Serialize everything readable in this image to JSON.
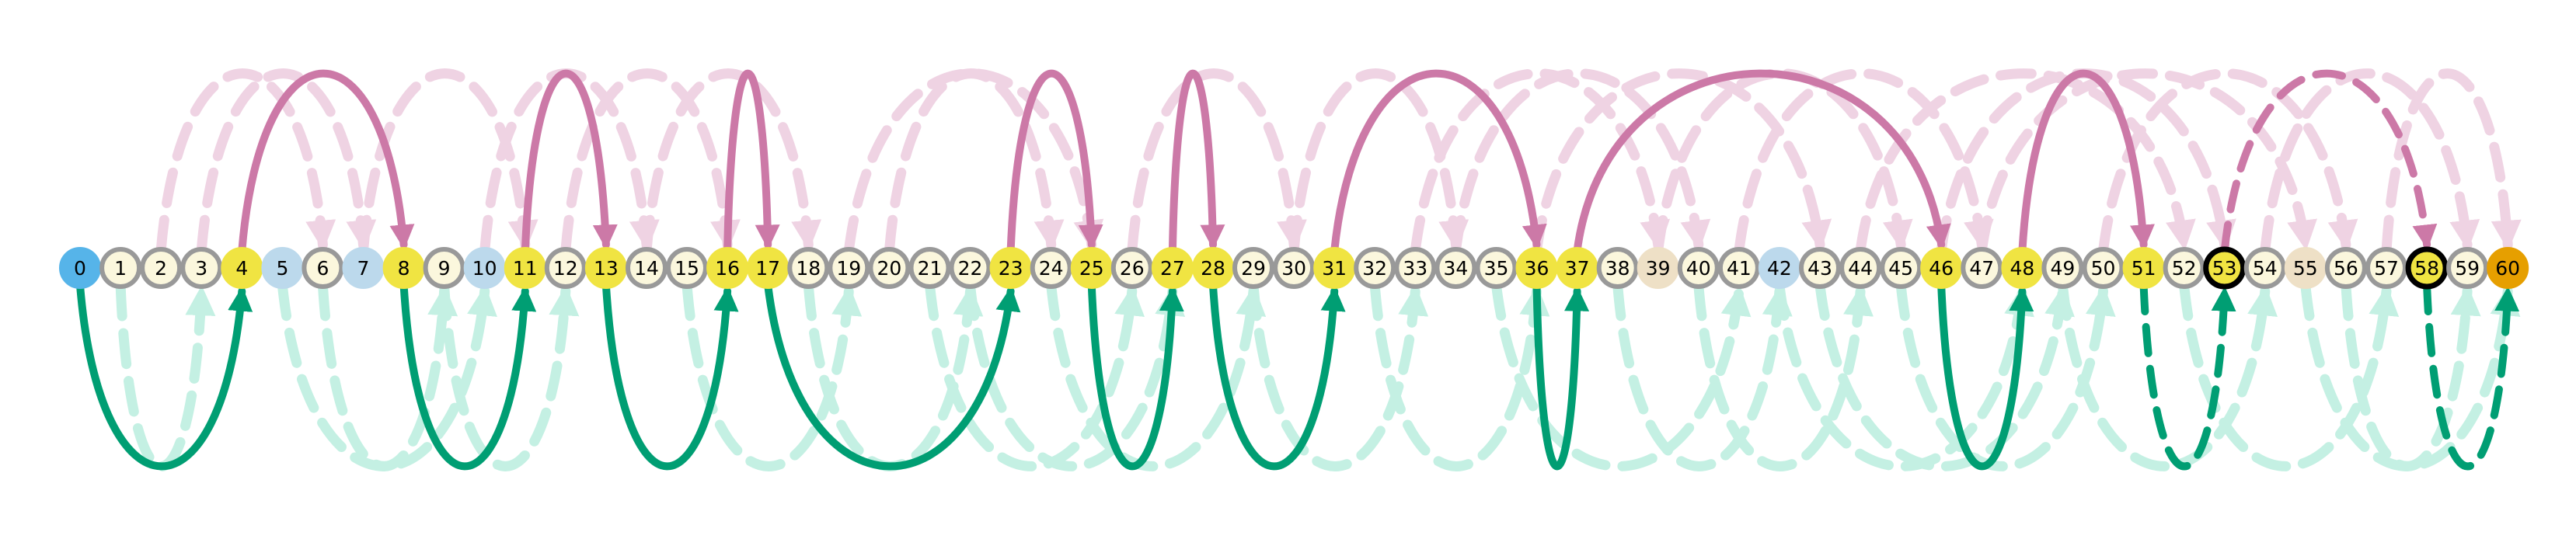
{
  "diagram": {
    "colors": {
      "pink_arc": "#cc79a7",
      "green_arc": "#009e73",
      "pink_faded": "#efd3e3",
      "green_faded": "#c4f0e3",
      "node_default_fill": "#fbf7dd",
      "node_default_stroke": "#999999",
      "node_yellow": "#f0e442",
      "node_blue_start": "#56b4e9",
      "node_blue_light": "#bcd9ec",
      "node_beige": "#eee0c6",
      "node_orange_end": "#e69f00",
      "node_highlight_stroke": "#000000"
    },
    "nodes": [
      {
        "label": "0",
        "style": "start"
      },
      {
        "label": "1",
        "style": "default"
      },
      {
        "label": "2",
        "style": "default"
      },
      {
        "label": "3",
        "style": "default"
      },
      {
        "label": "4",
        "style": "yellow"
      },
      {
        "label": "5",
        "style": "blue"
      },
      {
        "label": "6",
        "style": "default"
      },
      {
        "label": "7",
        "style": "blue"
      },
      {
        "label": "8",
        "style": "yellow"
      },
      {
        "label": "9",
        "style": "default"
      },
      {
        "label": "10",
        "style": "blue"
      },
      {
        "label": "11",
        "style": "yellow"
      },
      {
        "label": "12",
        "style": "default"
      },
      {
        "label": "13",
        "style": "yellow"
      },
      {
        "label": "14",
        "style": "default"
      },
      {
        "label": "15",
        "style": "default"
      },
      {
        "label": "16",
        "style": "yellow"
      },
      {
        "label": "17",
        "style": "yellow"
      },
      {
        "label": "18",
        "style": "default"
      },
      {
        "label": "19",
        "style": "default"
      },
      {
        "label": "20",
        "style": "default"
      },
      {
        "label": "21",
        "style": "default"
      },
      {
        "label": "22",
        "style": "default"
      },
      {
        "label": "23",
        "style": "yellow"
      },
      {
        "label": "24",
        "style": "default"
      },
      {
        "label": "25",
        "style": "yellow"
      },
      {
        "label": "26",
        "style": "default"
      },
      {
        "label": "27",
        "style": "yellow"
      },
      {
        "label": "28",
        "style": "yellow"
      },
      {
        "label": "29",
        "style": "default"
      },
      {
        "label": "30",
        "style": "default"
      },
      {
        "label": "31",
        "style": "yellow"
      },
      {
        "label": "32",
        "style": "default"
      },
      {
        "label": "33",
        "style": "default"
      },
      {
        "label": "34",
        "style": "default"
      },
      {
        "label": "35",
        "style": "default"
      },
      {
        "label": "36",
        "style": "yellow"
      },
      {
        "label": "37",
        "style": "yellow"
      },
      {
        "label": "38",
        "style": "default"
      },
      {
        "label": "39",
        "style": "beige"
      },
      {
        "label": "40",
        "style": "default"
      },
      {
        "label": "41",
        "style": "default"
      },
      {
        "label": "42",
        "style": "blue"
      },
      {
        "label": "43",
        "style": "default"
      },
      {
        "label": "44",
        "style": "default"
      },
      {
        "label": "45",
        "style": "default"
      },
      {
        "label": "46",
        "style": "yellow"
      },
      {
        "label": "47",
        "style": "default"
      },
      {
        "label": "48",
        "style": "yellow"
      },
      {
        "label": "49",
        "style": "default"
      },
      {
        "label": "50",
        "style": "default"
      },
      {
        "label": "51",
        "style": "yellow"
      },
      {
        "label": "52",
        "style": "default"
      },
      {
        "label": "53",
        "style": "highlight"
      },
      {
        "label": "54",
        "style": "default"
      },
      {
        "label": "55",
        "style": "beige"
      },
      {
        "label": "56",
        "style": "default"
      },
      {
        "label": "57",
        "style": "default"
      },
      {
        "label": "58",
        "style": "highlight"
      },
      {
        "label": "59",
        "style": "default"
      },
      {
        "label": "60",
        "style": "end"
      }
    ],
    "path_arcs": [
      {
        "from": 4,
        "to": 8,
        "kind": "pink",
        "dashed": false
      },
      {
        "from": 11,
        "to": 13,
        "kind": "pink",
        "dashed": false
      },
      {
        "from": 16,
        "to": 17,
        "kind": "pink",
        "dashed": false
      },
      {
        "from": 23,
        "to": 25,
        "kind": "pink",
        "dashed": false
      },
      {
        "from": 27,
        "to": 28,
        "kind": "pink",
        "dashed": false
      },
      {
        "from": 31,
        "to": 36,
        "kind": "pink",
        "dashed": false
      },
      {
        "from": 37,
        "to": 46,
        "kind": "pink",
        "dashed": false
      },
      {
        "from": 48,
        "to": 51,
        "kind": "pink",
        "dashed": false
      },
      {
        "from": 51,
        "to": 53,
        "kind": "green",
        "dashed": true
      },
      {
        "from": 53,
        "to": 58,
        "kind": "pink",
        "dashed": true
      },
      {
        "from": 58,
        "to": 60,
        "kind": "green",
        "dashed": true
      },
      {
        "from": 0,
        "to": 4,
        "kind": "green",
        "dashed": false
      },
      {
        "from": 8,
        "to": 11,
        "kind": "green",
        "dashed": false
      },
      {
        "from": 13,
        "to": 16,
        "kind": "green",
        "dashed": false
      },
      {
        "from": 17,
        "to": 23,
        "kind": "green",
        "dashed": false
      },
      {
        "from": 25,
        "to": 27,
        "kind": "green",
        "dashed": false
      },
      {
        "from": 28,
        "to": 31,
        "kind": "green",
        "dashed": false
      },
      {
        "from": 36,
        "to": 37,
        "kind": "green",
        "dashed": false
      },
      {
        "from": 46,
        "to": 48,
        "kind": "green",
        "dashed": false
      }
    ],
    "faded_arcs": [
      {
        "from": 1,
        "to": 3,
        "kind": "green"
      },
      {
        "from": 2,
        "to": 6,
        "kind": "pink"
      },
      {
        "from": 3,
        "to": 7,
        "kind": "pink"
      },
      {
        "from": 6,
        "to": 9,
        "kind": "green"
      },
      {
        "from": 9,
        "to": 12,
        "kind": "green"
      },
      {
        "from": 10,
        "to": 14,
        "kind": "pink"
      },
      {
        "from": 12,
        "to": 16,
        "kind": "pink"
      },
      {
        "from": 14,
        "to": 18,
        "kind": "pink"
      },
      {
        "from": 15,
        "to": 19,
        "kind": "green"
      },
      {
        "from": 18,
        "to": 22,
        "kind": "green"
      },
      {
        "from": 20,
        "to": 24,
        "kind": "pink"
      },
      {
        "from": 21,
        "to": 26,
        "kind": "green"
      },
      {
        "from": 24,
        "to": 29,
        "kind": "green"
      },
      {
        "from": 26,
        "to": 30,
        "kind": "pink"
      },
      {
        "from": 29,
        "to": 33,
        "kind": "green"
      },
      {
        "from": 30,
        "to": 34,
        "kind": "pink"
      },
      {
        "from": 32,
        "to": 36,
        "kind": "green"
      },
      {
        "from": 33,
        "to": 39,
        "kind": "pink"
      },
      {
        "from": 34,
        "to": 40,
        "kind": "pink"
      },
      {
        "from": 35,
        "to": 41,
        "kind": "green"
      },
      {
        "from": 38,
        "to": 42,
        "kind": "green"
      },
      {
        "from": 39,
        "to": 45,
        "kind": "pink"
      },
      {
        "from": 40,
        "to": 44,
        "kind": "green"
      },
      {
        "from": 41,
        "to": 47,
        "kind": "pink"
      },
      {
        "from": 43,
        "to": 49,
        "kind": "green"
      },
      {
        "from": 44,
        "to": 52,
        "kind": "pink"
      },
      {
        "from": 45,
        "to": 50,
        "kind": "green"
      },
      {
        "from": 47,
        "to": 55,
        "kind": "pink"
      },
      {
        "from": 49,
        "to": 54,
        "kind": "green"
      },
      {
        "from": 50,
        "to": 56,
        "kind": "pink"
      },
      {
        "from": 52,
        "to": 57,
        "kind": "green"
      },
      {
        "from": 54,
        "to": 59,
        "kind": "pink"
      },
      {
        "from": 55,
        "to": 60,
        "kind": "green"
      },
      {
        "from": 56,
        "to": 59,
        "kind": "green"
      },
      {
        "from": 57,
        "to": 60,
        "kind": "pink"
      },
      {
        "from": 5,
        "to": 10,
        "kind": "green"
      },
      {
        "from": 7,
        "to": 11,
        "kind": "pink"
      },
      {
        "from": 19,
        "to": 25,
        "kind": "pink"
      },
      {
        "from": 22,
        "to": 27,
        "kind": "green"
      },
      {
        "from": 36,
        "to": 43,
        "kind": "pink"
      },
      {
        "from": 42,
        "to": 48,
        "kind": "green"
      },
      {
        "from": 46,
        "to": 53,
        "kind": "pink"
      }
    ]
  }
}
